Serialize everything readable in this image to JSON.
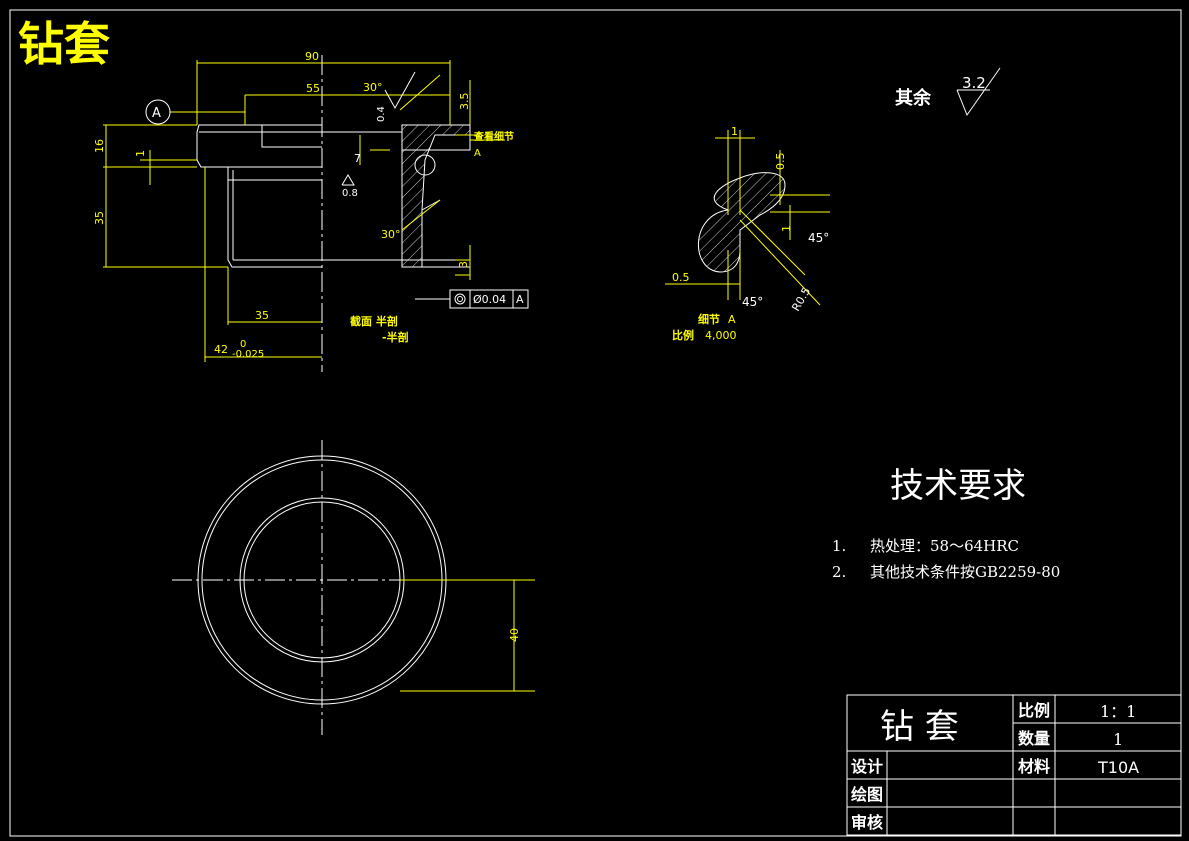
{
  "colors": {
    "background": "#000000",
    "line": "#ffffff",
    "dimension": "#ffff00"
  },
  "page_title": "钻套",
  "surface_roughness_note": {
    "label": "其余",
    "value": "3.2"
  },
  "main_view": {
    "dims": {
      "total_length": "90",
      "length_55": "55",
      "chamfer_angle_top": "30°",
      "roughness_top": "0.4",
      "dim_3_5": "3.5",
      "dim_16": "16",
      "dim_1": "1",
      "dim_7": "7",
      "roughness_bore": "0.8",
      "dim_35_vertical": "35",
      "chamfer_angle_bottom": "30°",
      "dim_3": "3",
      "dim_35_horizontal": "35",
      "diameter_42": "42",
      "tol_upper": "0",
      "tol_lower": "-0.025"
    },
    "datum_label": "A",
    "detail_callout": "查看细节",
    "detail_callout_letter": "A",
    "geometric_tolerance": {
      "value": "Ø0.04",
      "datum": "A"
    },
    "section_note_1": "截面  半剖",
    "section_note_2": "-半剖"
  },
  "detail_view": {
    "dims": {
      "width_1": "1",
      "height_0_5": "0.5",
      "angle_45_right": "45°",
      "bottom_0_5": "0.5",
      "angle_45_bottom": "45°",
      "radius": "R0.5",
      "side_1": "1"
    },
    "title": "细节",
    "title_letter": "A",
    "scale_label": "比例",
    "scale_value": "4,000"
  },
  "front_view": {
    "dim_40": "40"
  },
  "tech_requirements": {
    "heading": "技术要求",
    "items": [
      {
        "num": "1.",
        "text": "热处理：58～64HRC"
      },
      {
        "num": "2.",
        "text": "其他技术条件按GB2259-80"
      }
    ]
  },
  "title_block": {
    "part_name": "钻    套",
    "scale_label": "比例",
    "scale_value": "1：1",
    "quantity_label": "数量",
    "quantity_value": "1",
    "material_label": "材料",
    "material_value": "T10A",
    "design_label": "设计",
    "draw_label": "绘图",
    "review_label": "审核"
  }
}
